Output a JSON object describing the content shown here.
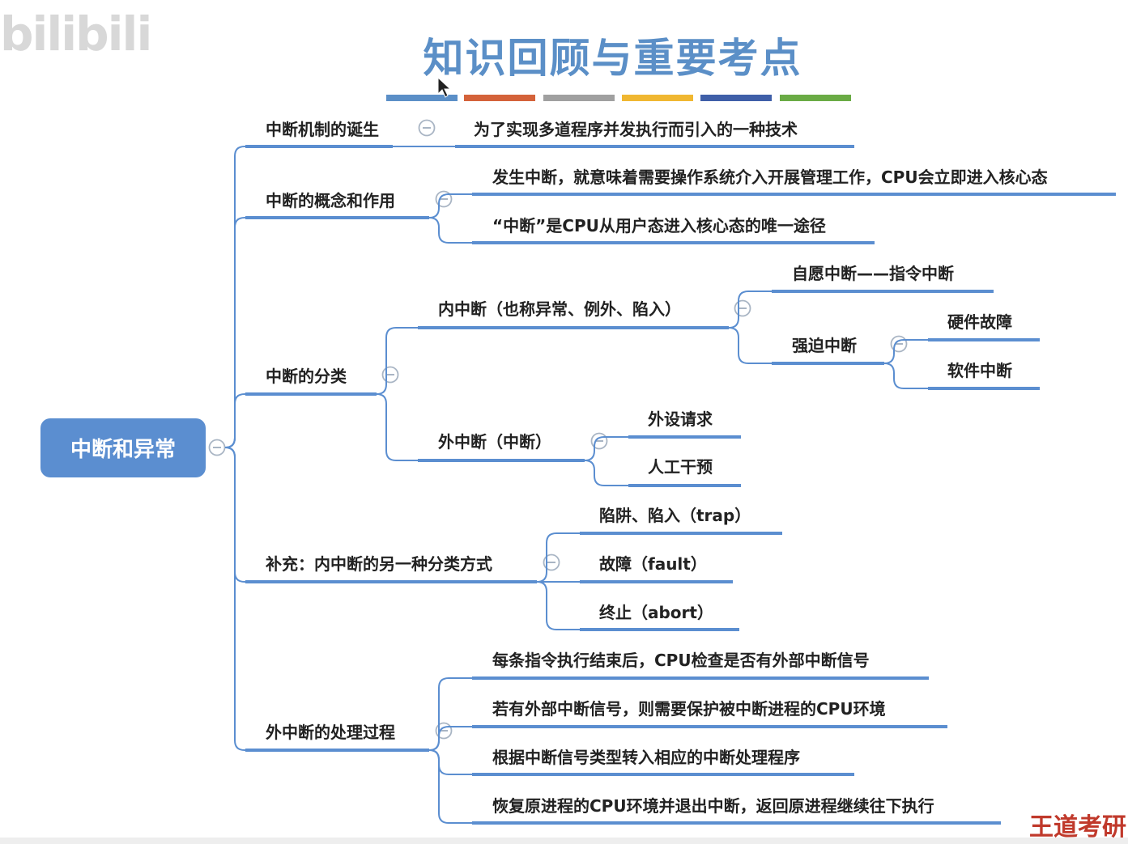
{
  "watermark": "bilibili",
  "brand": "王道考研",
  "title": "知识回顾与重要考点",
  "color_bar": [
    "#5b8fc7",
    "#d4623a",
    "#a0a0a0",
    "#f0b731",
    "#3f5fa8",
    "#6aab45"
  ],
  "colors": {
    "line": "#5b8ed0",
    "root": "#5b8ed0",
    "collapse": "#a9b5c4"
  },
  "tree": {
    "root": "中断和异常",
    "branches": [
      {
        "label": "中断机制的诞生",
        "items": [
          "为了实现多道程序并发执行而引入的一种技术"
        ]
      },
      {
        "label": "中断的概念和作用",
        "items": [
          "发生中断，就意味着需要操作系统介入开展管理工作，CPU会立即进入核心态",
          "“中断”是CPU从用户态进入核心态的唯一途径"
        ]
      },
      {
        "label": "中断的分类",
        "internal": {
          "label": "内中断（也称异常、例外、陷入）",
          "voluntary": "自愿中断——指令中断",
          "forced": "强迫中断",
          "forced_items": [
            "硬件故障",
            "软件中断"
          ]
        },
        "external": {
          "label": "外中断（中断）",
          "items": [
            "外设请求",
            "人工干预"
          ]
        }
      },
      {
        "label": "补充：内中断的另一种分类方式",
        "items": [
          "陷阱、陷入（trap）",
          "故障（fault）",
          "终止（abort）"
        ]
      },
      {
        "label": "外中断的处理过程",
        "items": [
          "每条指令执行结束后，CPU检查是否有外部中断信号",
          "若有外部中断信号，则需要保护被中断进程的CPU环境",
          "根据中断信号类型转入相应的中断处理程序",
          "恢复原进程的CPU环境并退出中断，返回原进程继续往下执行"
        ]
      }
    ]
  }
}
